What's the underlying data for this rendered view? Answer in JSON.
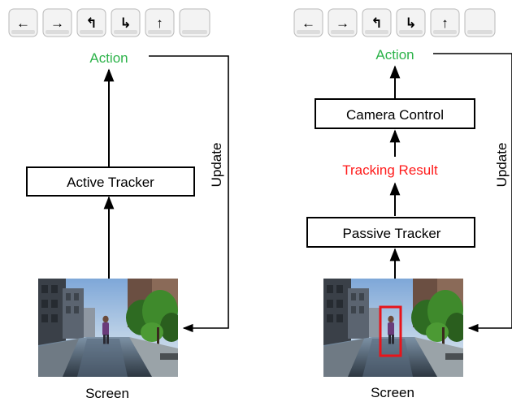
{
  "colors": {
    "action": "#2db34a",
    "tracking_result": "#ff1a1a",
    "line": "#000000",
    "bbox": "#e8141a"
  },
  "left_panel": {
    "keys": [
      "←",
      "→",
      "↰",
      "↳",
      "↑",
      ""
    ],
    "key_icons": [
      "arrow-left-icon",
      "arrow-right-icon",
      "turn-left-icon",
      "turn-right-icon",
      "arrow-up-icon",
      "blank-key"
    ],
    "action_label": "Action",
    "tracker_label": "Active Tracker",
    "update_label": "Update",
    "screen_label": "Screen"
  },
  "right_panel": {
    "keys": [
      "←",
      "→",
      "↰",
      "↳",
      "↑",
      ""
    ],
    "key_icons": [
      "arrow-left-icon",
      "arrow-right-icon",
      "turn-left-icon",
      "turn-right-icon",
      "arrow-up-icon",
      "blank-key"
    ],
    "action_label": "Action",
    "camera_label": "Camera Control",
    "result_label": "Tracking Result",
    "tracker_label": "Passive Tracker",
    "update_label": "Update",
    "screen_label": "Screen"
  }
}
